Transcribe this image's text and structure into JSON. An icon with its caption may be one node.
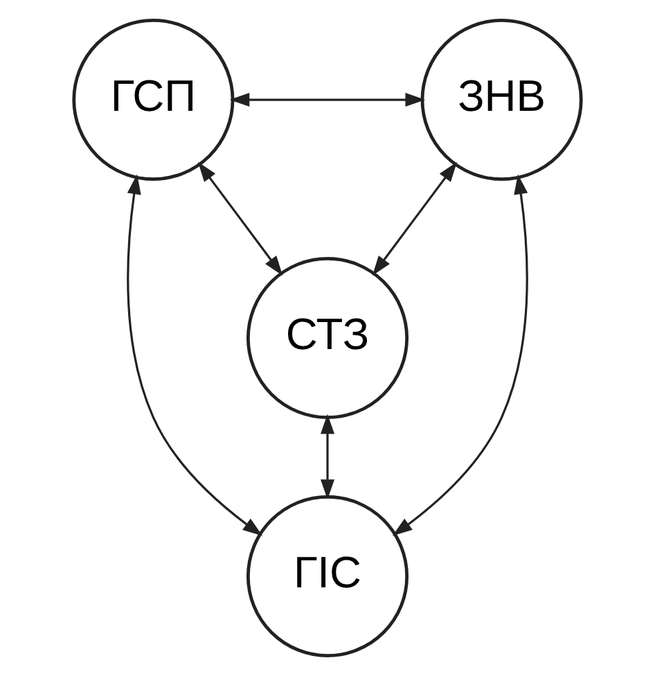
{
  "diagram": {
    "nodes": [
      {
        "text": [
          "ГСП"
        ]
      },
      {
        "text": [
          "ЗНВ"
        ]
      },
      {
        "text": [
          "СТЗ"
        ]
      },
      {
        "text": [
          "ГІС"
        ]
      }
    ],
    "edges": [
      {
        "from": 0,
        "to": 1,
        "arrow": "both"
      },
      {
        "from": 0,
        "to": 2,
        "arrow": "both"
      },
      {
        "from": 1,
        "to": 2,
        "arrow": "both"
      },
      {
        "from": 2,
        "to": 3,
        "arrow": "both"
      },
      {
        "from": 0,
        "to": 3,
        "arrow": "both"
      },
      {
        "from": 1,
        "to": 3,
        "arrow": "both"
      }
    ]
  }
}
